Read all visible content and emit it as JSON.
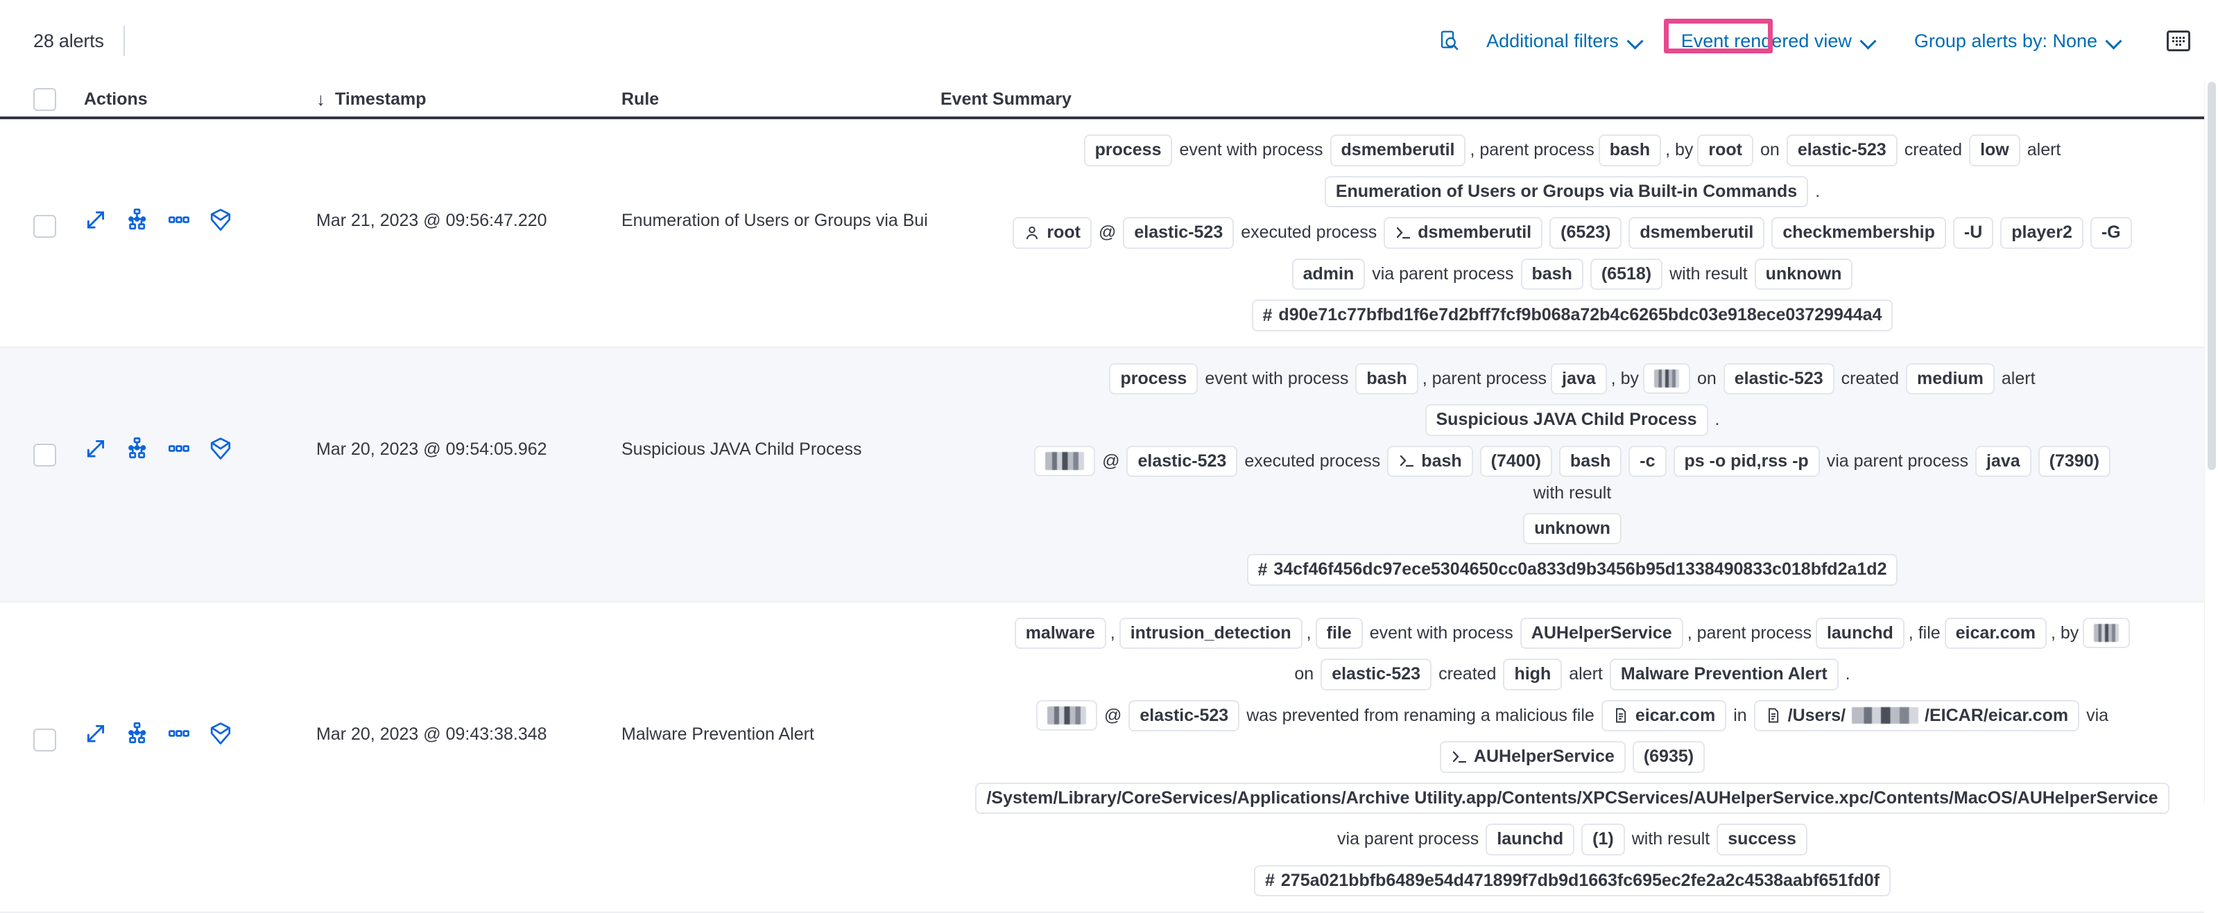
{
  "toolbar": {
    "alerts_count": "28 alerts",
    "additional_filters_label": "Additional filters",
    "event_rendered_view_label": "Event rendered view",
    "group_alerts_label": "Group alerts by: None",
    "inspect_icon": "inspect-search-icon",
    "keyboard_icon": "keyboard-shortcuts-icon",
    "highlight_color": "#e7498e"
  },
  "columns": {
    "actions": "Actions",
    "timestamp": "Timestamp",
    "sort_arrow": "↓",
    "rule": "Rule",
    "event_summary": "Event Summary"
  },
  "row_actions": [
    {
      "name": "expand-alert-details-icon"
    },
    {
      "name": "analyze-event-icon"
    },
    {
      "name": "more-actions-icon"
    },
    {
      "name": "session-view-icon"
    }
  ],
  "rows": [
    {
      "timestamp": "Mar 21, 2023 @ 09:56:47.220",
      "rule": "Enumeration of Users or Groups via Bui",
      "summary": [
        [
          {
            "t": "pill",
            "v": "process"
          },
          {
            "t": "txt",
            "v": "event with process"
          },
          {
            "t": "pill",
            "v": "dsmemberutil"
          },
          {
            "t": "punc",
            "v": ", parent process"
          },
          {
            "t": "pill",
            "v": "bash"
          },
          {
            "t": "punc",
            "v": ", by"
          },
          {
            "t": "pill",
            "v": "root"
          },
          {
            "t": "txt",
            "v": "on"
          },
          {
            "t": "pill",
            "v": "elastic-523"
          },
          {
            "t": "txt",
            "v": "created"
          },
          {
            "t": "pill",
            "v": "low"
          },
          {
            "t": "txt",
            "v": "alert"
          }
        ],
        [
          {
            "t": "pill",
            "v": "Enumeration of Users or Groups via Built-in Commands"
          },
          {
            "t": "txt",
            "v": "."
          }
        ],
        [
          {
            "t": "pill",
            "v": "root",
            "icon": "user-icon"
          },
          {
            "t": "txt",
            "v": "@"
          },
          {
            "t": "pill",
            "v": "elastic-523"
          },
          {
            "t": "txt",
            "v": "executed process"
          },
          {
            "t": "pill",
            "v": "dsmemberutil",
            "icon": "console-icon"
          },
          {
            "t": "pill",
            "v": "(6523)"
          },
          {
            "t": "pill",
            "v": "dsmemberutil"
          },
          {
            "t": "pill",
            "v": "checkmembership"
          },
          {
            "t": "pill",
            "v": "-U"
          },
          {
            "t": "pill",
            "v": "player2"
          },
          {
            "t": "pill",
            "v": "-G"
          }
        ],
        [
          {
            "t": "pill",
            "v": "admin"
          },
          {
            "t": "txt",
            "v": "via parent process"
          },
          {
            "t": "pill",
            "v": "bash"
          },
          {
            "t": "pill",
            "v": "(6518)"
          },
          {
            "t": "txt",
            "v": "with result"
          },
          {
            "t": "pill",
            "v": "unknown"
          }
        ],
        [
          {
            "t": "pill",
            "v": "d90e71c77bfbd1f6e7d2bff7fcf9b068a72b4c6265bdc03e918ece03729944a4",
            "icon": "hash-icon"
          }
        ]
      ]
    },
    {
      "timestamp": "Mar 20, 2023 @ 09:54:05.962",
      "rule": "Suspicious JAVA Child Process",
      "summary": [
        [
          {
            "t": "pill",
            "v": "process"
          },
          {
            "t": "txt",
            "v": "event with process"
          },
          {
            "t": "pill",
            "v": "bash"
          },
          {
            "t": "punc",
            "v": ", parent process"
          },
          {
            "t": "pill",
            "v": "java"
          },
          {
            "t": "punc",
            "v": ", by"
          },
          {
            "t": "pill",
            "v": "",
            "redacted": "sm"
          },
          {
            "t": "txt",
            "v": "on"
          },
          {
            "t": "pill",
            "v": "elastic-523"
          },
          {
            "t": "txt",
            "v": "created"
          },
          {
            "t": "pill",
            "v": "medium"
          },
          {
            "t": "txt",
            "v": "alert"
          }
        ],
        [
          {
            "t": "pill",
            "v": "Suspicious JAVA Child Process"
          },
          {
            "t": "txt",
            "v": "."
          }
        ],
        [
          {
            "t": "pill",
            "v": "",
            "redacted": "md"
          },
          {
            "t": "txt",
            "v": "@"
          },
          {
            "t": "pill",
            "v": "elastic-523"
          },
          {
            "t": "txt",
            "v": "executed process"
          },
          {
            "t": "pill",
            "v": "bash",
            "icon": "console-icon"
          },
          {
            "t": "pill",
            "v": "(7400)"
          },
          {
            "t": "pill",
            "v": "bash"
          },
          {
            "t": "pill",
            "v": "-c"
          },
          {
            "t": "pill",
            "v": "ps -o pid,rss -p"
          },
          {
            "t": "txt",
            "v": "via parent process"
          },
          {
            "t": "pill",
            "v": "java"
          },
          {
            "t": "pill",
            "v": "(7390)"
          },
          {
            "t": "txt",
            "v": "with result"
          }
        ],
        [
          {
            "t": "pill",
            "v": "unknown"
          }
        ],
        [
          {
            "t": "pill",
            "v": "34cf46f456dc97ece5304650cc0a833d9b3456b95d1338490833c018bfd2a1d2",
            "icon": "hash-icon"
          }
        ]
      ]
    },
    {
      "timestamp": "Mar 20, 2023 @ 09:43:38.348",
      "rule": "Malware Prevention Alert",
      "summary": [
        [
          {
            "t": "pill",
            "v": "malware"
          },
          {
            "t": "punc",
            "v": ","
          },
          {
            "t": "pill",
            "v": "intrusion_detection"
          },
          {
            "t": "punc",
            "v": ","
          },
          {
            "t": "pill",
            "v": "file"
          },
          {
            "t": "txt",
            "v": "event with process"
          },
          {
            "t": "pill",
            "v": "AUHelperService"
          },
          {
            "t": "punc",
            "v": ", parent process"
          },
          {
            "t": "pill",
            "v": "launchd"
          },
          {
            "t": "punc",
            "v": ", file"
          },
          {
            "t": "pill",
            "v": "eicar.com"
          },
          {
            "t": "punc",
            "v": ", by"
          },
          {
            "t": "pill",
            "v": "",
            "redacted": "sm"
          }
        ],
        [
          {
            "t": "txt",
            "v": "on"
          },
          {
            "t": "pill",
            "v": "elastic-523"
          },
          {
            "t": "txt",
            "v": "created"
          },
          {
            "t": "pill",
            "v": "high"
          },
          {
            "t": "txt",
            "v": "alert"
          },
          {
            "t": "pill",
            "v": "Malware Prevention Alert"
          },
          {
            "t": "txt",
            "v": "."
          }
        ],
        [
          {
            "t": "pill",
            "v": "",
            "redacted": "md"
          },
          {
            "t": "txt",
            "v": "@"
          },
          {
            "t": "pill",
            "v": "elastic-523"
          },
          {
            "t": "txt",
            "v": "was prevented from renaming a malicious file"
          },
          {
            "t": "pill",
            "v": "eicar.com",
            "icon": "file-icon"
          },
          {
            "t": "txt",
            "v": "in"
          },
          {
            "t": "pill",
            "v": "/Users/",
            "icon": "file-icon",
            "redacted_mid": true,
            "v2": "/EICAR/eicar.com"
          },
          {
            "t": "txt",
            "v": "via"
          }
        ],
        [
          {
            "t": "pill",
            "v": "AUHelperService",
            "icon": "console-icon"
          },
          {
            "t": "pill",
            "v": "(6935)"
          }
        ],
        [
          {
            "t": "pill",
            "v": "/System/Library/CoreServices/Applications/Archive Utility.app/Contents/XPCServices/AUHelperService.xpc/Contents/MacOS/AUHelperService"
          }
        ],
        [
          {
            "t": "txt",
            "v": "via parent process"
          },
          {
            "t": "pill",
            "v": "launchd"
          },
          {
            "t": "pill",
            "v": "(1)"
          },
          {
            "t": "txt",
            "v": "with result"
          },
          {
            "t": "pill",
            "v": "success"
          }
        ],
        [
          {
            "t": "pill",
            "v": "275a021bbfb6489e54d471899f7db9d1663fc695ec2fe2a2c4538aabf651fd0f",
            "icon": "hash-icon"
          }
        ]
      ]
    }
  ]
}
